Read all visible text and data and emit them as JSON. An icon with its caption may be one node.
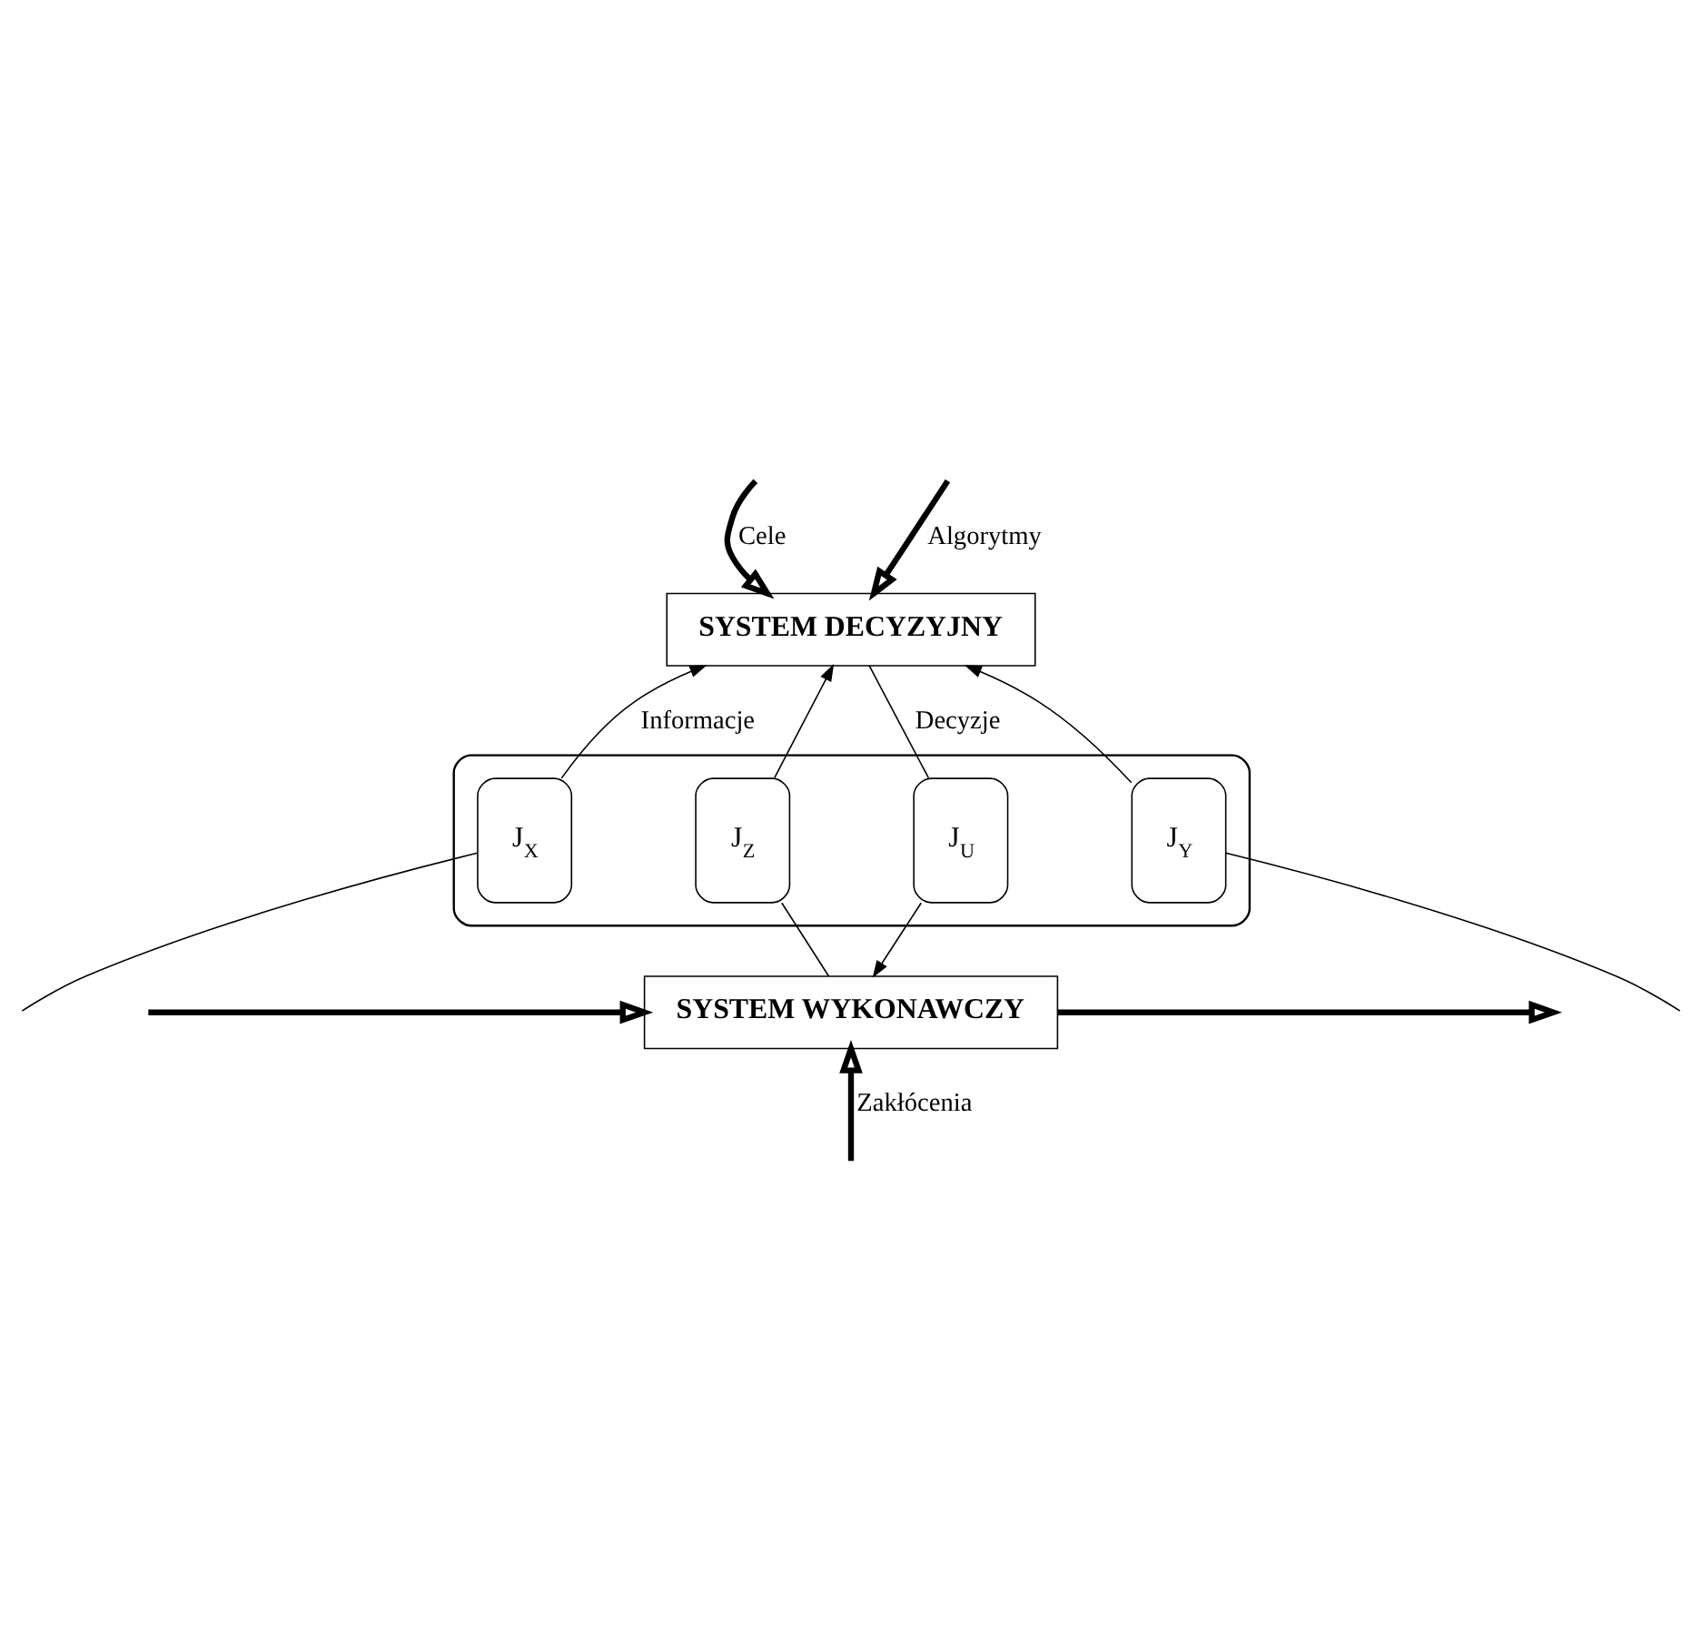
{
  "diagram": {
    "nodes": [
      {
        "text": [
          "SYSTEM DECYZYJNY"
        ]
      },
      {
        "text": [],
        "shape": "box"
      },
      {
        "text": [
          "J$_{X}$"
        ],
        "in": 1
      },
      {
        "text": [
          "J$_{Z}$"
        ],
        "in": 1
      },
      {
        "text": [
          "J$_{U}$"
        ],
        "in": 1
      },
      {
        "text": [
          "J$_{Y}$"
        ],
        "in": 1
      },
      {
        "text": [
          "SYSTEM WYKONAWCZY"
        ]
      }
    ],
    "edges": [
      {
        "from": null,
        "to": 0,
        "arrow": "to",
        "label": "Cele",
        "style": "thick"
      },
      {
        "from": null,
        "to": 0,
        "arrow": "to",
        "label": "Algorytmy",
        "style": "thick"
      },
      {
        "from": 2,
        "to": 0,
        "arrow": "to",
        "label": "Informacje"
      },
      {
        "from": 3,
        "to": 0,
        "arrow": "to"
      },
      {
        "from": 0,
        "to": 4,
        "arrow": "none",
        "label": "Decyzje"
      },
      {
        "from": 5,
        "to": 0,
        "arrow": "to"
      },
      {
        "from": null,
        "to": 6,
        "arrow": "to",
        "style": "thick"
      },
      {
        "from": null,
        "to": 2,
        "arrow": "none"
      },
      {
        "from": 6,
        "to": 3,
        "arrow": "none"
      },
      {
        "from": 4,
        "to": 6,
        "arrow": "to"
      },
      {
        "from": null,
        "to": 5,
        "arrow": "none"
      },
      {
        "from": 6,
        "to": null,
        "arrow": "to",
        "style": "thick"
      },
      {
        "from": null,
        "to": 6,
        "arrow": "to",
        "label": "Zakłócenia",
        "style": "thick"
      }
    ]
  }
}
